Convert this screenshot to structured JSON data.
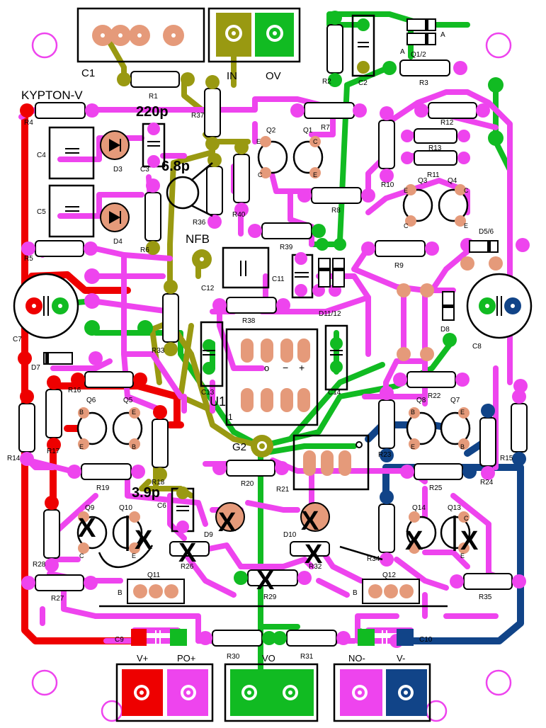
{
  "board": {
    "colors": {
      "magenta": "#ee44ee",
      "red": "#ee0000",
      "green": "#11bb22",
      "olive": "#999911",
      "blue": "#114488",
      "pad": "#e59a7a",
      "outline": "#000000"
    }
  },
  "labels": {
    "title": "KYPTON-V",
    "c1": "C1",
    "in": "IN",
    "ov": "OV",
    "r2": "R2",
    "c2": "C2",
    "r3": "R3",
    "q12top": "Q1/2",
    "a1": "A",
    "a2": "A",
    "r1": "R1",
    "r37": "R37",
    "note_220p": "220p",
    "r7": "R7",
    "q2": "Q2",
    "q1": "Q1",
    "r12": "R12",
    "r13": "R13",
    "r4": "R4",
    "c4": "C4",
    "d3": "D3",
    "c3": "C3",
    "note_68p": "6.8p",
    "r10": "R10",
    "r11": "R11",
    "q3": "Q3",
    "q4": "Q4",
    "r8": "R8",
    "r40": "R40",
    "r36": "R36",
    "c5": "C5",
    "d4": "D4",
    "r6": "R6",
    "nfb": "NFB",
    "r39": "R39",
    "d56": "D5/6",
    "r9": "R9",
    "r5": "R5",
    "c11": "C11",
    "d1112": "D11/12",
    "c12": "C12",
    "r38": "R38",
    "c7": "C7",
    "c8": "C8",
    "d8": "D8",
    "r33": "R33",
    "d7": "D7",
    "u1": "U1",
    "c13": "C13",
    "c14": "C14",
    "r16": "R16",
    "r22": "R22",
    "q6": "Q6",
    "q5": "Q5",
    "q8": "Q8",
    "q7": "Q7",
    "r14": "R14",
    "r17": "R17",
    "r23": "R23",
    "r15": "R15",
    "g2": "G2",
    "r18": "R18",
    "r19": "R19",
    "r20": "R20",
    "r21": "R21",
    "r25": "R25",
    "r24": "R24",
    "note_39p": "3.9p",
    "c6": "C6",
    "q9": "Q9",
    "q10": "Q10",
    "q14": "Q14",
    "q13": "Q13",
    "d9": "D9",
    "d10": "D10",
    "r26": "R26",
    "r32": "R32",
    "r34": "R34",
    "r28": "R28",
    "r27": "R27",
    "r35": "R35",
    "r29": "R29",
    "q11": "Q11",
    "q12": "Q12",
    "c9": "C9",
    "c10": "C10",
    "r30": "R30",
    "r31": "R31",
    "vplus": "V+",
    "poplus": "PO+",
    "vo": "VO",
    "nominus": "NO-",
    "vminus": "V-",
    "b": "B",
    "e": "E",
    "c": "C",
    "x": "X",
    "one": "1",
    "pin_o": "o",
    "pin_minus": "−",
    "pin_plus": "+"
  }
}
